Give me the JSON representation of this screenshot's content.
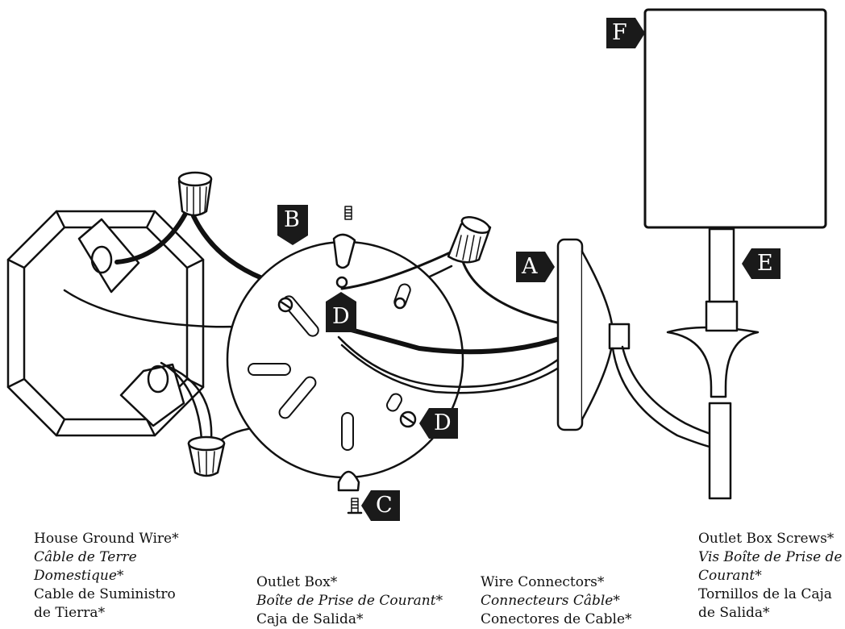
{
  "callouts": {
    "a": "A",
    "b": "B",
    "c": "C",
    "d1": "D",
    "d2": "D",
    "e": "E",
    "f": "F"
  },
  "labels": {
    "house_ground_wire": {
      "en": "House Ground Wire*",
      "fr_line1": "Câble de Terre",
      "fr_line2": "Domestique*",
      "es_line1": "Cable de Suministro",
      "es_line2": "de Tierra*"
    },
    "outlet_box": {
      "en": "Outlet Box*",
      "fr": "Boîte de Prise de Courant*",
      "es": "Caja de Salida*"
    },
    "wire_connectors": {
      "en": "Wire Connectors*",
      "fr": "Connecteurs Câble*",
      "es": "Conectores de Cable*"
    },
    "outlet_box_screws": {
      "en": "Outlet Box Screws*",
      "fr_line1": "Vis Boîte de Prise de",
      "fr_line2": "Courant*",
      "es_line1": "Tornillos de la Caja",
      "es_line2": "de Salida*"
    }
  },
  "colors": {
    "line": "#111111",
    "tag_bg": "#1a1a1a",
    "tag_text": "#ffffff"
  }
}
